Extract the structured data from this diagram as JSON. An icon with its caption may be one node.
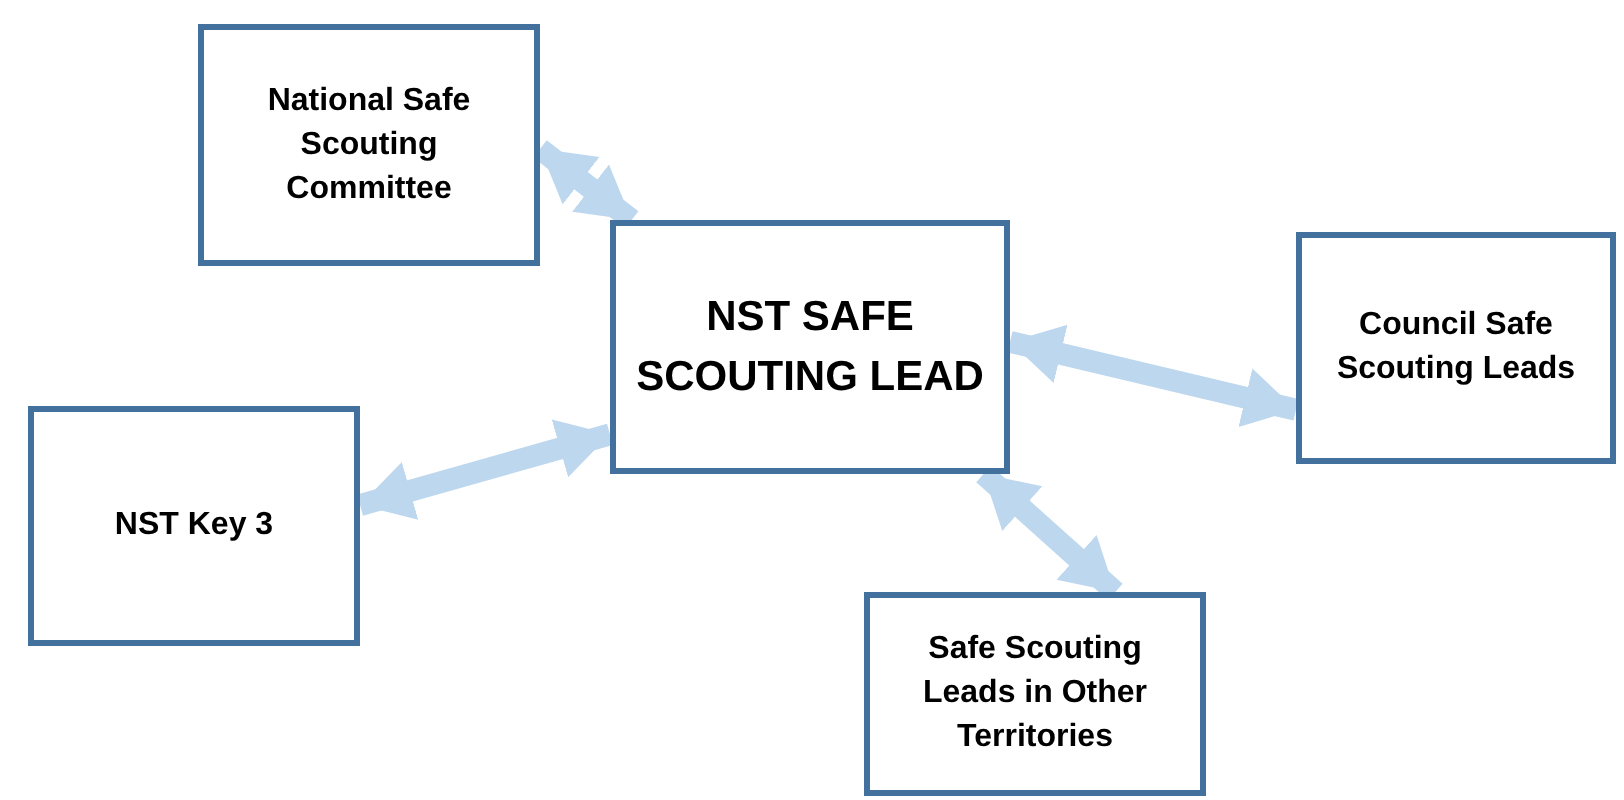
{
  "diagram": {
    "nodes": [
      {
        "text": [
          "National Safe Scouting Committee"
        ]
      },
      {
        "text": [
          "NST SAFE SCOUTING LEAD"
        ]
      },
      {
        "text": [
          "Council Safe Scouting Leads"
        ]
      },
      {
        "text": [
          "NST Key 3"
        ]
      },
      {
        "text": [
          "Safe Scouting Leads in Other Territories"
        ]
      }
    ],
    "edges": [
      {
        "from": 0,
        "to": 1,
        "arrow": "both"
      },
      {
        "from": 1,
        "to": 2,
        "arrow": "both"
      },
      {
        "from": 1,
        "to": 3,
        "arrow": "both"
      },
      {
        "from": 1,
        "to": 4,
        "arrow": "both"
      }
    ]
  }
}
